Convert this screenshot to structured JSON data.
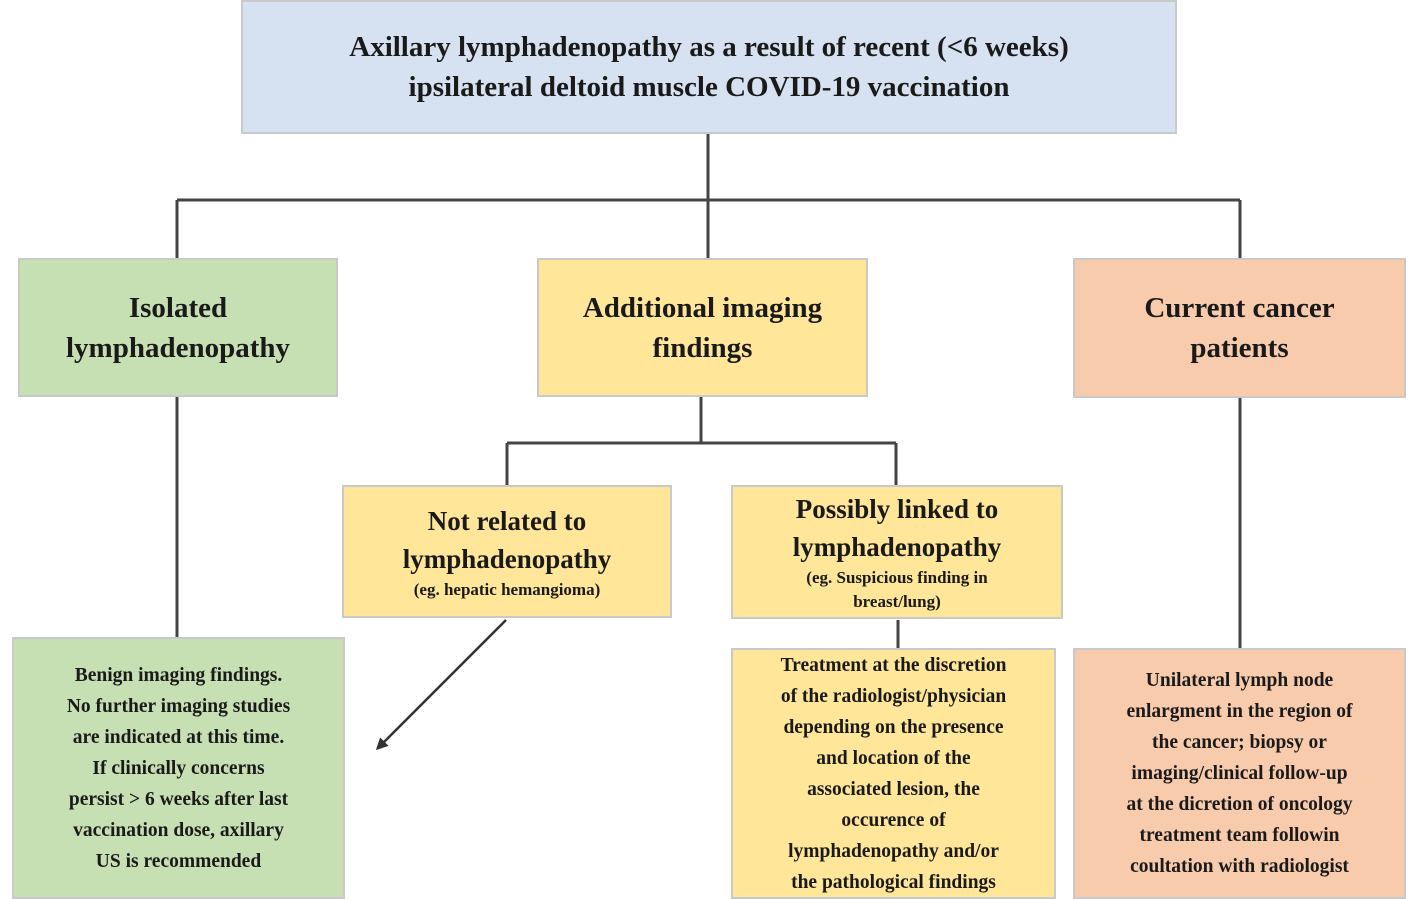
{
  "root": {
    "lines": [
      "Axillary lymphadenopathy as a result of recent (<6 weeks)",
      "ipsilateral deltoid muscle COVID-19 vaccination"
    ]
  },
  "branches": {
    "isolated": {
      "lines": [
        "Isolated",
        "lymphadenopathy"
      ]
    },
    "additional": {
      "lines": [
        "Additional imaging",
        "findings"
      ]
    },
    "cancer": {
      "lines": [
        "Current cancer",
        "patients"
      ]
    }
  },
  "sub": {
    "not_related": {
      "lines": [
        "Not related to",
        "lymphadenopathy"
      ],
      "note": "(eg. hepatic hemangioma)"
    },
    "possibly_linked": {
      "lines": [
        "Possibly linked to",
        "lymphadenopathy"
      ],
      "note_lines": [
        "(eg. Suspicious finding in",
        "breast/lung)"
      ]
    }
  },
  "outcomes": {
    "benign": {
      "lines": [
        "Benign imaging findings.",
        "No further imaging studies",
        "are indicated at this time.",
        "If clinically concerns",
        "persist > 6 weeks after last",
        "vaccination dose, axillary",
        "US is recommended"
      ]
    },
    "treatment": {
      "lines": [
        "Treatment at the discretion",
        "of the radiologist/physician",
        "depending on the presence",
        "and location of the",
        "associated lesion, the",
        "occurence of",
        "lymphadenopathy and/or",
        "the pathological findings"
      ]
    },
    "unilateral": {
      "lines": [
        "Unilateral lymph node",
        "enlargment in the region of",
        "the cancer; biopsy or",
        "imaging/clinical follow-up",
        "at the dicretion of oncology",
        "treatment team followin",
        "coultation with radiologist"
      ]
    }
  },
  "colors": {
    "root": "#d6e1f2",
    "isolated": "#c6e0b4",
    "additional": "#ffe699",
    "cancer": "#f8cbad",
    "connector": "#444444"
  }
}
